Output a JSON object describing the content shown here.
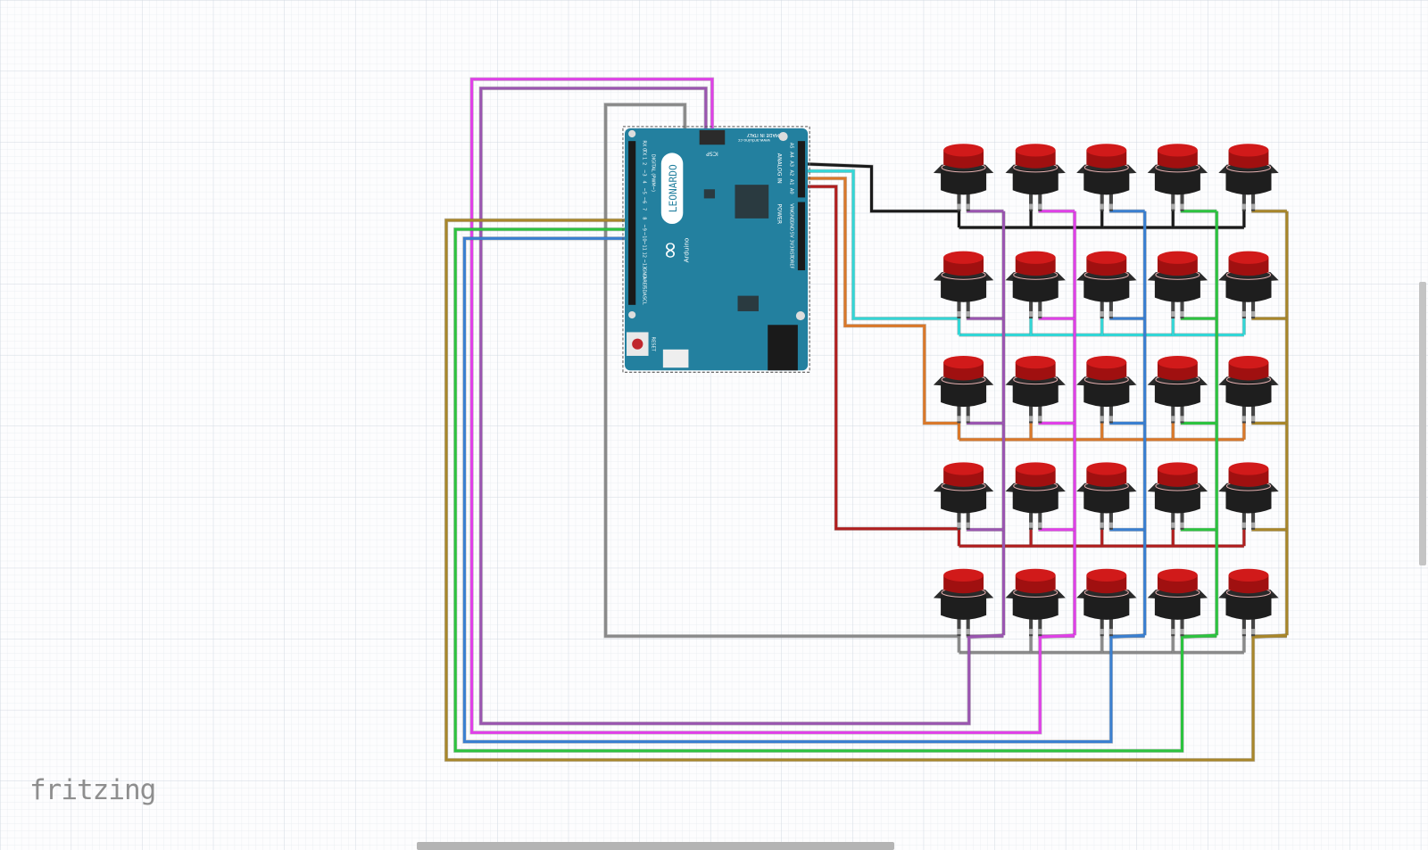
{
  "app": {
    "logo": "fritzing"
  },
  "board": {
    "model_label": "LEONARDO",
    "brand_label": "Arduino",
    "made_in": "MADE IN ITALY",
    "site": "www.arduino.cc",
    "icsp_label": "ICSP",
    "analog_label": "ANALOG IN",
    "power_label": "POWER",
    "digital_label": "DIGITAL (PWM~)",
    "reset_label": "RESET",
    "color": "#23809f",
    "left_pins": [
      "RX 0",
      "TX 1",
      "2",
      "~3",
      "4",
      "~5",
      "~6",
      "7",
      "8",
      "~9",
      "~10",
      "~11",
      "12",
      "~13",
      "GND",
      "AREF",
      "SDA",
      "SCL"
    ],
    "analog_pins": [
      "A5",
      "A4",
      "A3",
      "A2",
      "A1",
      "A0"
    ],
    "power_pins": [
      "VIN",
      "GND",
      "GND",
      "5V",
      "3V3",
      "RST",
      "IOREF"
    ]
  },
  "buttons": {
    "rows": 5,
    "cols": 5,
    "cap_color": "#d11a1a",
    "body_color": "#1e1e1e"
  },
  "wire_colors": {
    "row_wires": [
      "#1a1a1a",
      "#33d6d6",
      "#d9782a",
      "#b01e1e",
      "#8a8a8a"
    ],
    "col_wires": [
      "#9a55b0",
      "#e040e8",
      "#3a7fd0",
      "#2cc33f",
      "#a8862a"
    ]
  },
  "grid": {
    "minor": "#e4e9ef",
    "major": "#cfd7e0"
  }
}
